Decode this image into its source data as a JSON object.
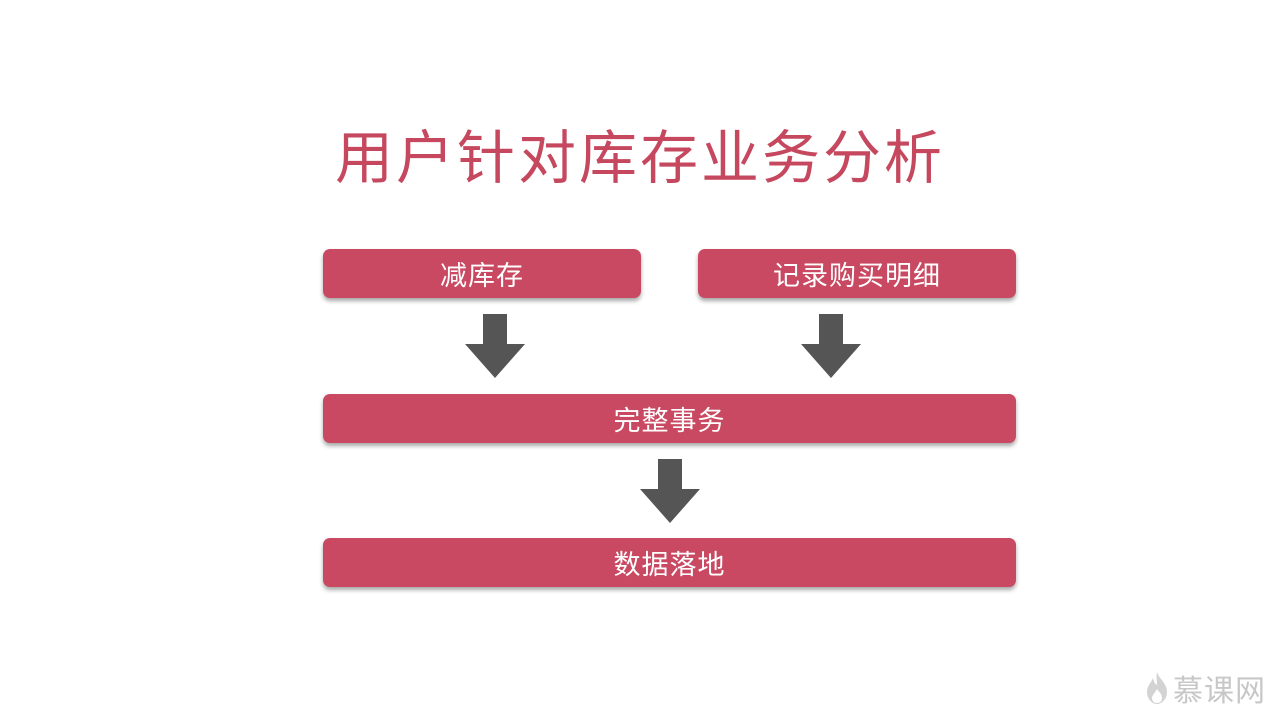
{
  "title": "用户针对库存业务分析",
  "steps": {
    "reduce_inventory": "减库存",
    "record_purchase": "记录购买明细",
    "transaction": "完整事务",
    "persist": "数据落地"
  },
  "logo": {
    "text": "慕课网",
    "icon": "flame-icon"
  },
  "colors": {
    "title": "#c5485f",
    "box": "#c94962",
    "arrow": "#555555"
  }
}
